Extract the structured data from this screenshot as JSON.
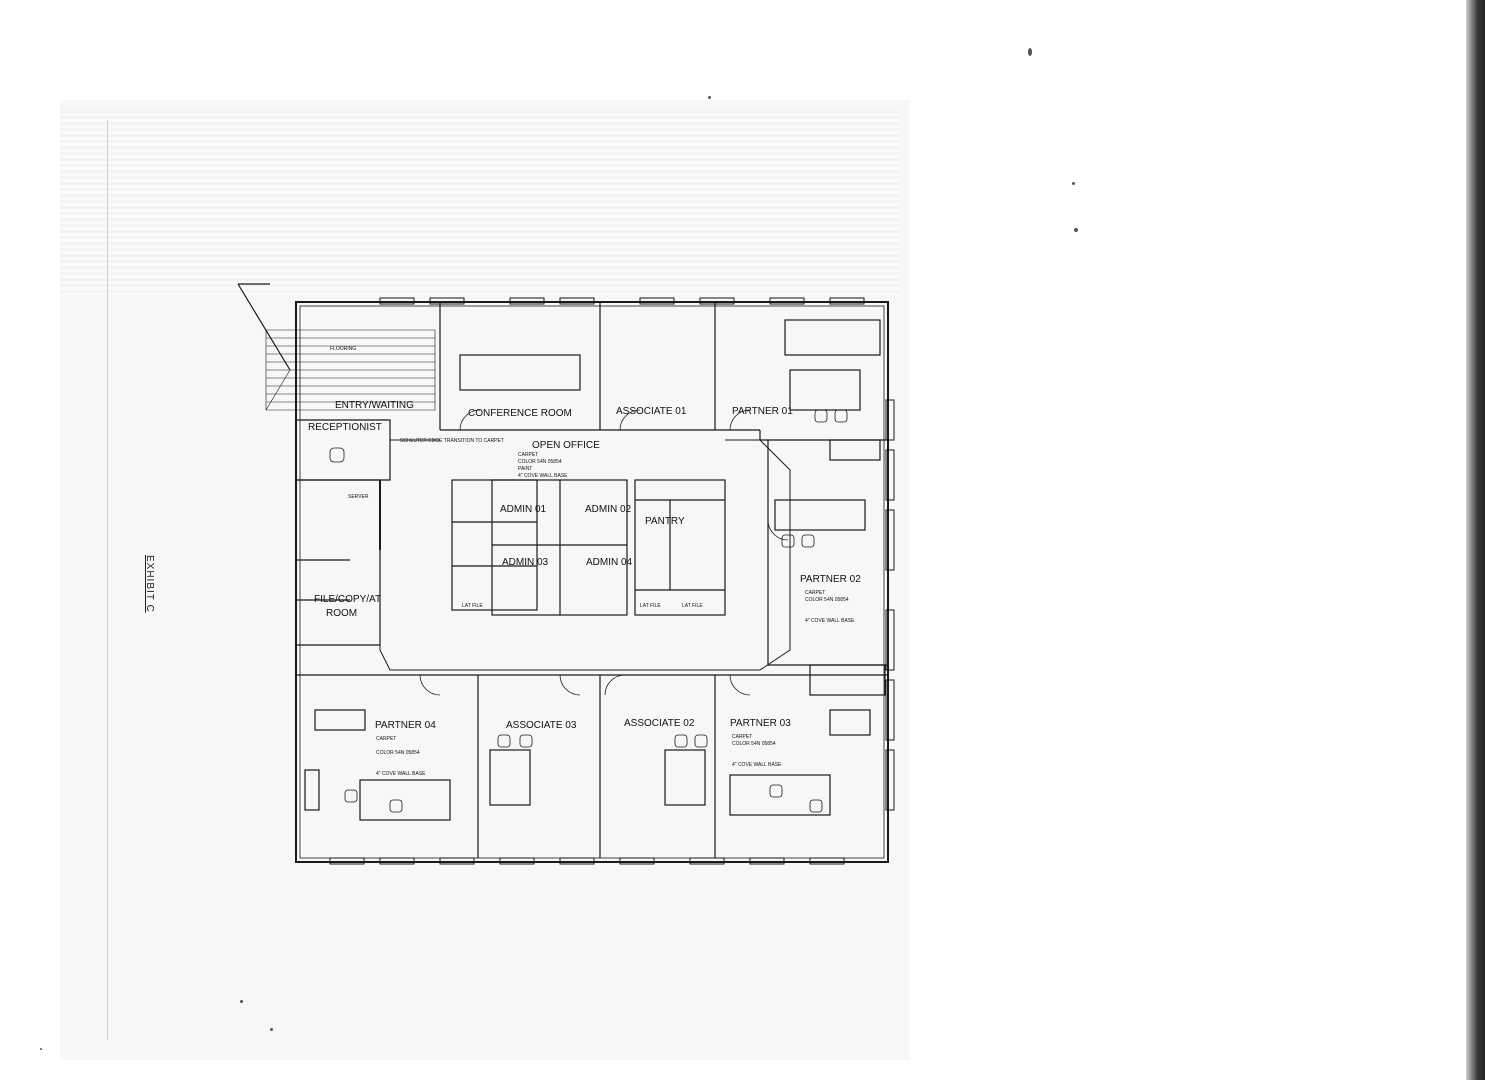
{
  "exhibit_label": "EXHIBIT C",
  "rooms": {
    "entry": "ENTRY/WAITING",
    "reception": "RECEPTIONIST",
    "conference": "CONFERENCE ROOM",
    "associate01": "ASSOCIATE 01",
    "partner01": "PARTNER 01",
    "open_office": "OPEN OFFICE",
    "admin01": "ADMIN 01",
    "admin02": "ADMIN 02",
    "admin03": "ADMIN 03",
    "admin04": "ADMIN 04",
    "pantry": "PANTRY",
    "file_room_1": "FILE/COPY/AT",
    "file_room_2": "ROOM",
    "partner02": "PARTNER 02",
    "partner04": "PARTNER 04",
    "associate03": "ASSOCIATE 03",
    "associate02": "ASSOCIATE 02",
    "partner03": "PARTNER 03",
    "server": "SERVER"
  },
  "notes": {
    "carpet": "CARPET",
    "color": "COLOR 54N 05854",
    "paint": "PAINT",
    "base": "4\" COVE WALL BASE",
    "flooring": "FLOORING",
    "transition": "SCHLUTER EDGE TRANSITION TO CARPET",
    "lat_file": "LAT FILE"
  },
  "colors": {
    "ink": "#1a1a1a",
    "paper": "#ffffff"
  }
}
